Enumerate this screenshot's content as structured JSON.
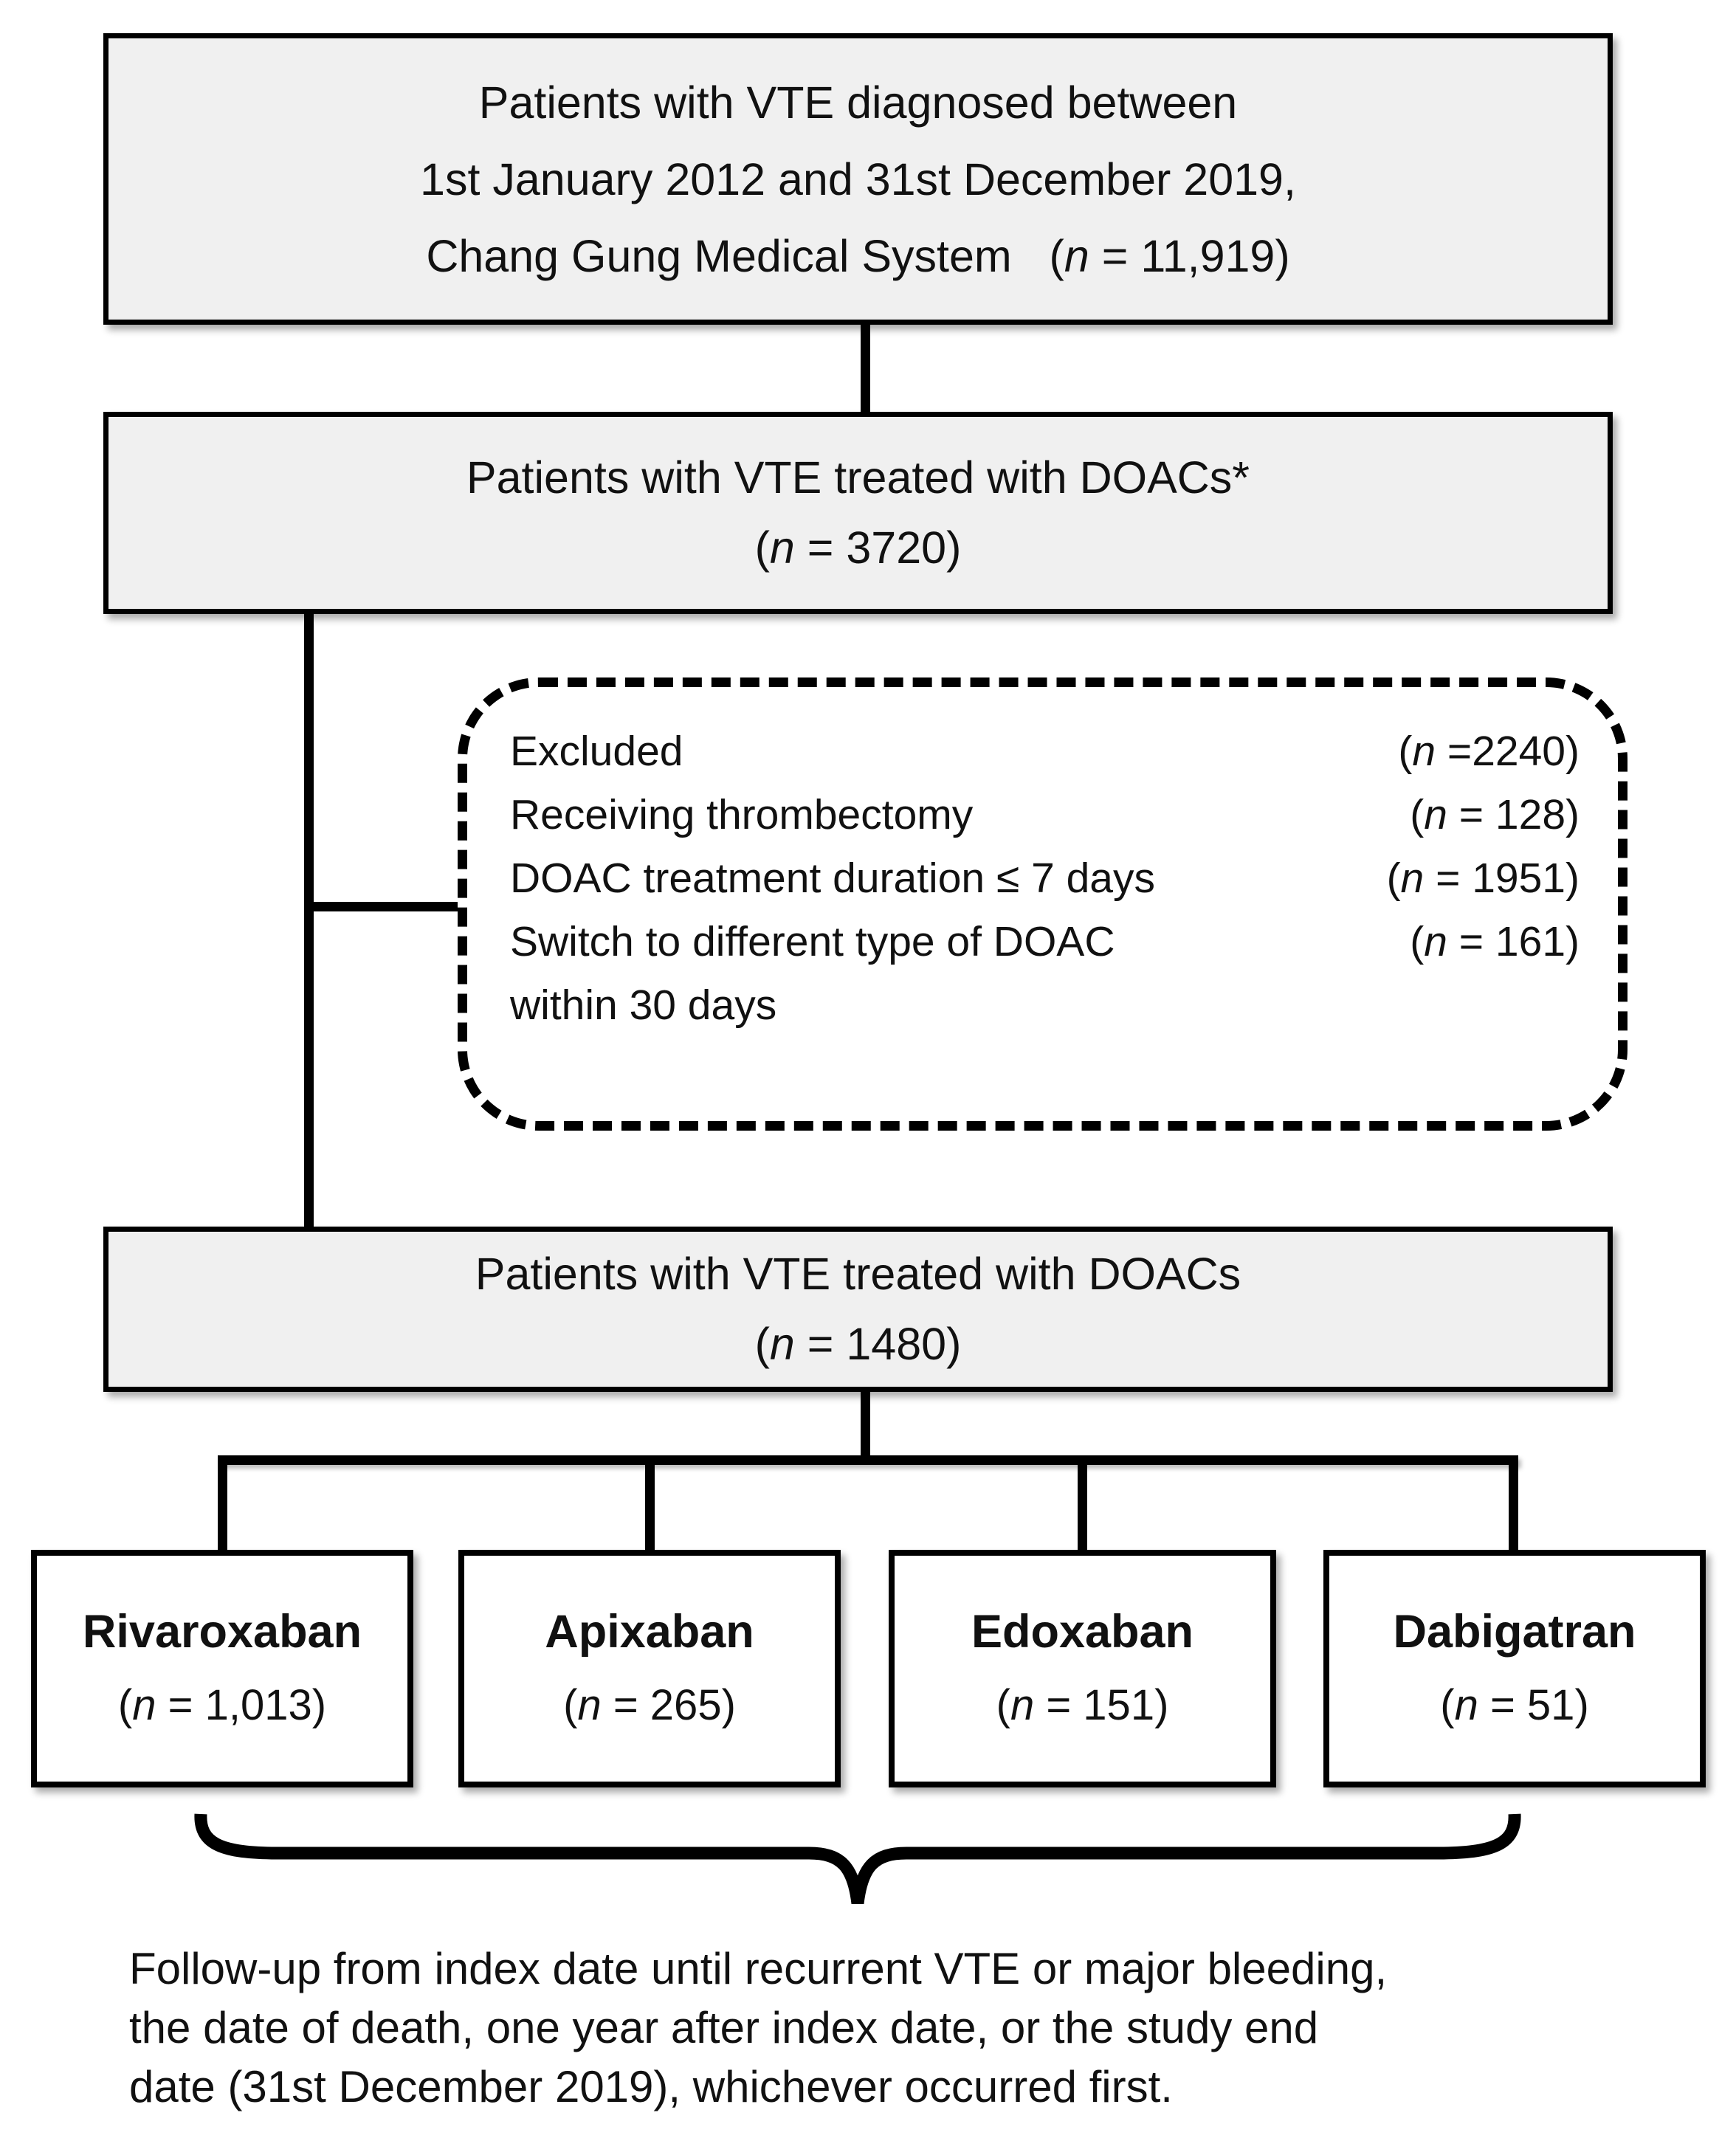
{
  "colors": {
    "box_fill": "#f0f0f0",
    "border": "#000000",
    "background": "#ffffff"
  },
  "flow": {
    "box1": {
      "lines": [
        "Patients with VTE diagnosed between",
        "1st January 2012 and 31st December 2019,",
        "Chang Gung Medical System   (n = 11,919)"
      ]
    },
    "box2": {
      "lines": [
        "Patients with VTE treated with DOACs*",
        "(n = 3720)"
      ]
    },
    "excluded": {
      "rows": [
        {
          "label": "Excluded",
          "n": "(n =2240)"
        },
        {
          "label": "",
          "n": ""
        },
        {
          "label": "Receiving thrombectomy",
          "n": "(n = 128)"
        },
        {
          "label": "DOAC treatment duration ≤ 7 days",
          "n": "(n = 1951)"
        },
        {
          "label": "Switch to different type of DOAC",
          "n": "(n = 161)"
        },
        {
          "label": "within 30 days",
          "n": ""
        }
      ]
    },
    "box3": {
      "lines": [
        "Patients with VTE treated with DOACs",
        "(n = 1480)"
      ]
    },
    "drugs": [
      {
        "name": "Rivaroxaban",
        "n": "(n = 1,013)"
      },
      {
        "name": "Apixaban",
        "n": "(n = 265)"
      },
      {
        "name": "Edoxaban",
        "n": "(n = 151)"
      },
      {
        "name": "Dabigatran",
        "n": "(n = 51)"
      }
    ],
    "footnote": {
      "lines": [
        "Follow-up from index date until recurrent VTE or major bleeding,",
        "the date of death, one year after index date, or the study end",
        "date (31st December 2019), whichever occurred first."
      ]
    }
  }
}
